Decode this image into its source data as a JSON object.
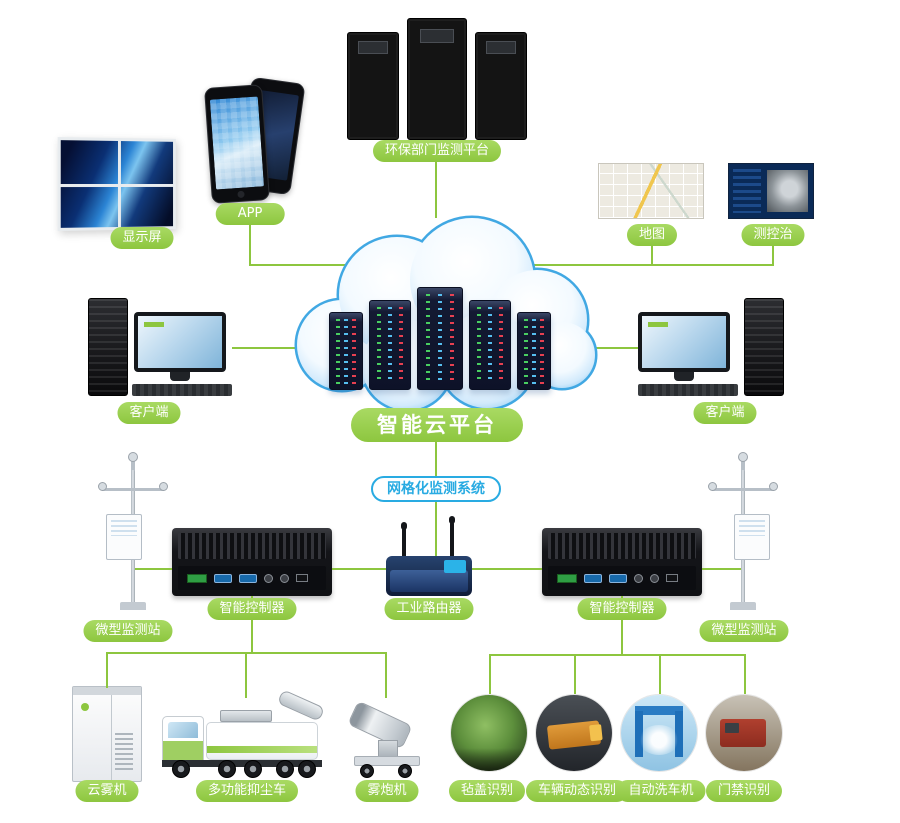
{
  "colors": {
    "accent_green": "#8dc63f",
    "accent_blue": "#29abe2",
    "cloud_blue": "#41a8e3"
  },
  "nodes": {
    "display": {
      "label": "显示屏"
    },
    "app": {
      "label": "APP"
    },
    "env_platform": {
      "label": "环保部门监测平台"
    },
    "map": {
      "label": "地图"
    },
    "measure_control": {
      "label": "测控治"
    },
    "client_left": {
      "label": "客户端"
    },
    "client_right": {
      "label": "客户端"
    },
    "cloud": {
      "label": "智能云平台"
    },
    "grid_system": {
      "label": "网格化监测系统"
    },
    "station_left": {
      "label": "微型监测站"
    },
    "station_right": {
      "label": "微型监测站"
    },
    "controller_left": {
      "label": "智能控制器"
    },
    "controller_right": {
      "label": "智能控制器"
    },
    "router": {
      "label": "工业路由器"
    },
    "cloud_fog_machine": {
      "label": "云雾机"
    },
    "dust_truck": {
      "label": "多功能抑尘车"
    },
    "fog_cannon": {
      "label": "雾炮机"
    },
    "felt_cover_recognition": {
      "label": "毡盖识别"
    },
    "vehicle_dynamic_recognition": {
      "label": "车辆动态识别"
    },
    "auto_car_washer": {
      "label": "自动洗车机"
    },
    "access_recognition": {
      "label": "门禁识别"
    }
  }
}
